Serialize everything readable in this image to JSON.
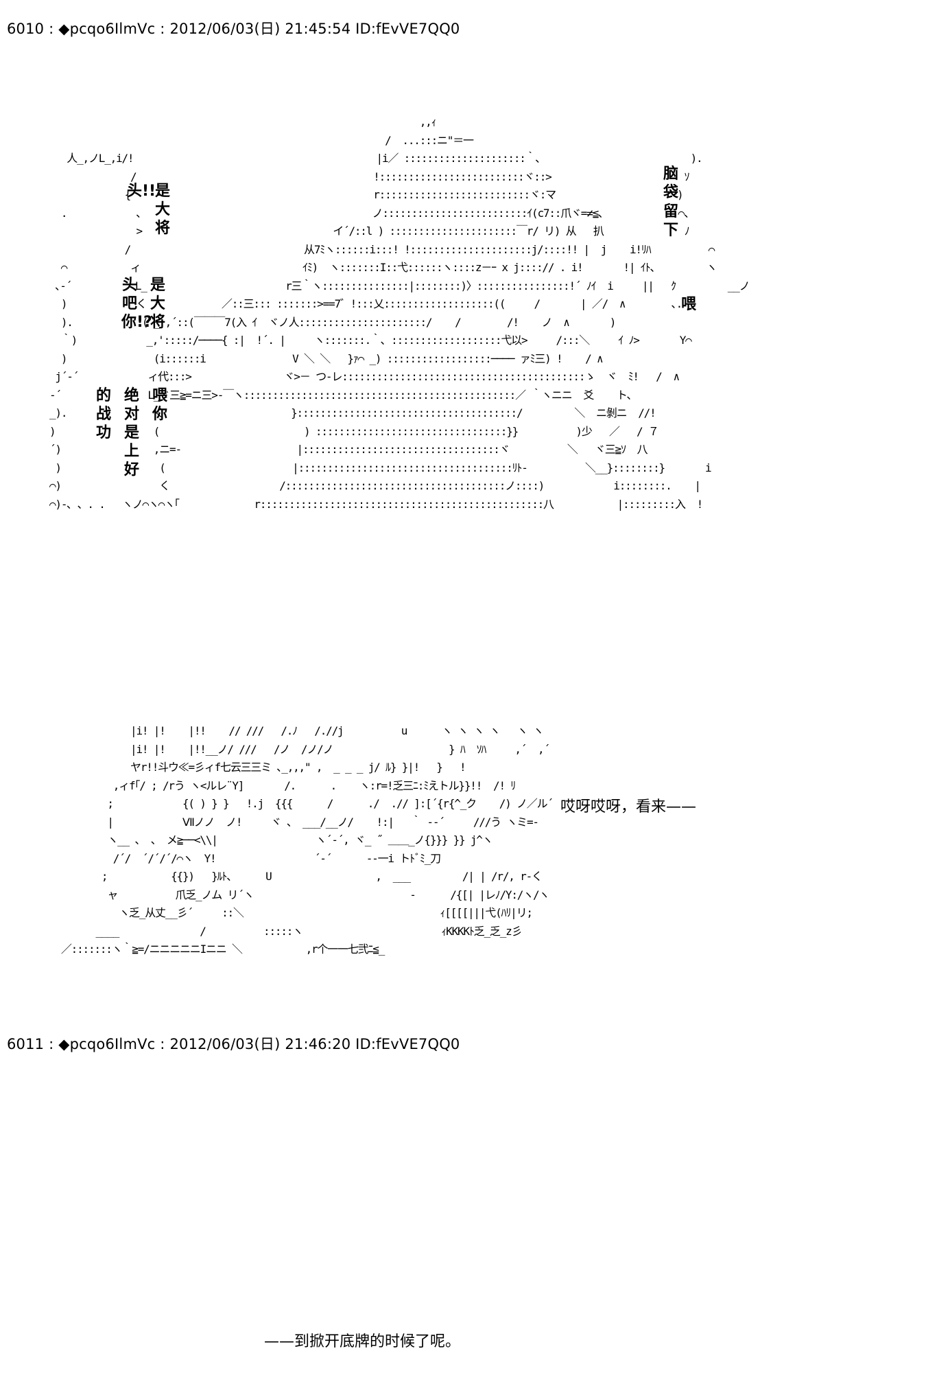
{
  "posts": [
    {
      "header": "6010 : ◆pcqo6IlmVc : 2012/06/03(日) 21:45:54 ID:fEvVE7QQ0",
      "scene1_lines": [
        "                                                                ,,ｨ",
        "                                                          /  ...:::ニ\"＝一",
        "   人_,ノL_,i/!                                          |i／ :::::::::::::::::::::｀､                          ).",
        "              /                                         !:::::::::::::::::::::::::ヾ::>                       ｿ",
        "             {                                          r::::::::::::::::::::::::::ヾ:マ                     )",
        "  .            ､                                        ノ:::::::::::::::::::::::::ｲ(c7::爪ヾ=≠≦､             ⌒、",
        "               >                                 イ´/::l ) ::::::::::::::::::::::￣r/ リ) 从   扒              ﾉ",
        "             /                              从7ﾐヽ::::::i:::! !:::::::::::::::::::::j/::::!! |  j    i!ﾘﾊ          ⌒",
        "  ⌒           ィ                            ｲﾐ)  ヽ:::::::I::弋::::::ヽ::::z－ｰ x j::::// . i!       !| ｲﾄ、        ヽ",
        " ､-´           L_                        r三｀ヽ:::::::::::::::|::::::::)〉::::::::::::::::!´ ﾉｲ  i     ||   ｸ         __ノ",
        "  )            く             ／::三::: :::::::>==7゛!:::乂:::::::::::::::::::((     /       | ／/  ∧        ､.",
        "  ).            ( _ ,´::(￣￣￣7(入 ｲ  ヾノ人::::::::::::::::::::::/    /        /!    ノ  ∧       )",
        "  ｀)            _,':::::/────{ :|  !´. |     ヽ:::::::.｀､ :::::::::::::::::::弋以>     /:::＼     ｲ ﾉ>       Y⌒",
        "  )               (i::::::i               V ＼ ＼   }ｧ⌒ _) ::::::::::::::::::──── ァﾐ三) !    / ∧",
        " j´-´            ィ代:::>                ヾ>－ つ-レ::::::::::::::::::::::::::::::::::::::::::ゝ  ヾ  ﾐ!   /  ∧",
        "-´               L_ヾ三≧=ニ三>-￣ヽ:::::::::::::::::::::::::::::::::::::::::::::::／ ｀ヽニニ  爻    ト、",
        "_).               く                      }::::::::::::::::::::::::::::::::::::::/         ＼  ニ剝ニ  //!",
        ")                 (                         ) :::::::::::::::::::::::::::::::::}}          )少   ／   / ７",
        "´)                ,ニ=-                    |::::::::::::::::::::::::::::::::::ヾ          ＼   ヾ三≧ｿ  八",
        " )                 (                      |:::::::::::::::::::::::::::::::::::::ﾘﾄ-          ＼__}::::::::}       i",
        "⌒)                 く                   /::::::::::::::::::::::::::::::::::::::ノ::::)            i::::::::.    |",
        "⌒)-､ 、. .   ヽノ⌒ヽ⌒ヽ｢             r:::::::::::::::::::::::::::::::::::::::::::::::::八           |:::::::::入  !"
      ],
      "vertical_text": {
        "col1": "头!!.",
        "col2": "是大将",
        "col3": "头吧你!?",
        "col4": "是大将",
        "col5": "的战功",
        "col6": "绝对是",
        "col7": "喂你",
        "col8": "上好",
        "right1": "脑袋",
        "right2": "留下",
        "right3": "喂"
      },
      "scene2_lines": [
        "              |i! |!    |!!    // ///   /.ﾉ   /.//j          u      ヽ ヽ ヽ ヽ   ヽ ヽ",
        "              |i! |!    |!!__ノ/ ///   /ノ  /ノ/ノ                    } ﾊ  ｿﾊ     ,´  ,´",
        "              ヤr!!斗ウ≪=彡ィf七云三三ミ ､_,,,\" ,  _ _ _ j/ ﾙ} }|!   }   !",
        "           ,ィf｢/ ; /rう ヽ<ルレ¨Y]       /.      .    ヽ:r=!乏三ﾆ:ﾐえトル}}!!  /! ﾘ",
        "          ;            {( ) } }   !.j  {{{      /      ./  .// ]:[´{r{^_ク    /) ノ／ル´",
        "          |            Ⅶノノ  ノ!     ヾ 、 ___/__ノ/    !:|   ｀ ‐‐´     ///う ヽミ=-",
        "          ヽ__ 、 、 メ≧──<\\\\|                 ヽ´-´, ヾ_ ˝ ＿＿_ノ{}}} }} j^ヽ",
        "           /´/  ´/´/´/⌒ヽ  Y!                 ´-´      ‐‐一i トﾄﾞﾐ_刀",
        "         ;           {{})   }ﾙﾄ、     U                  ,  ___         /| | /r/, r-く",
        "          ャ          爪乏_ノム リ´ヽ                           ‐      /{[| |レﾉ/Y:/ヽ/ヽ",
        "            ヽ乏_从丈__彡´     ::＼                                  ｨ[[[[|||弋(ﾊﾘ|リ;",
        "        ____              /          :::::ヽ                        ｨKKKKﾄ乏_乏_z彡",
        "  ／:::::::ヽ｀≧=/ニニニニニIニニ ＼           ,r个一一七弐ﾆ≦_"
      ],
      "speech_right": "哎呀哎呀，看来——"
    },
    {
      "header": "6011 : ◆pcqo6IlmVc : 2012/06/03(日) 21:46:20 ID:fEvVE7QQ0",
      "speech_bottom": "——到掀开底牌的时候了呢。"
    }
  ]
}
